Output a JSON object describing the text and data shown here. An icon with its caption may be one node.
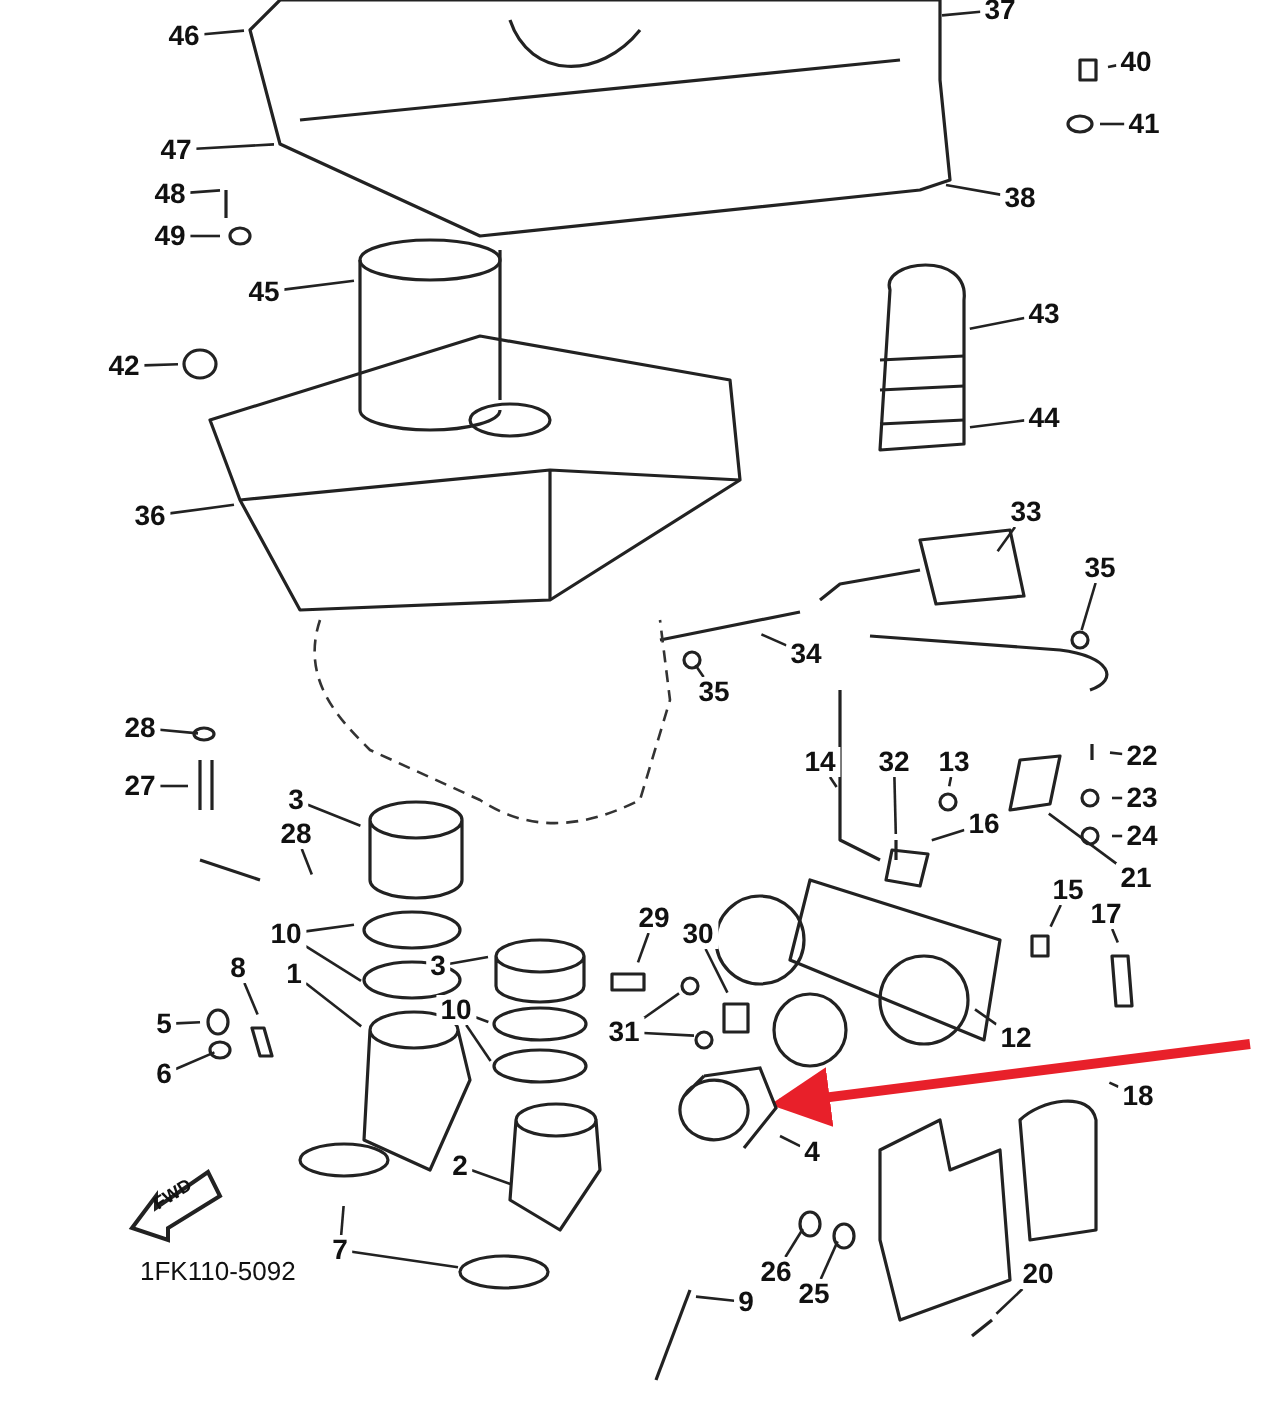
{
  "diagram": {
    "nodes": [
      {
        "text": [
          "37"
        ]
      },
      {
        "text": [
          "46"
        ]
      },
      {
        "text": [
          "40"
        ]
      },
      {
        "text": [
          "47"
        ]
      },
      {
        "text": [
          "41"
        ]
      },
      {
        "text": [
          "48"
        ]
      },
      {
        "text": [
          "38"
        ]
      },
      {
        "text": [
          "49"
        ]
      },
      {
        "text": [
          "45"
        ]
      },
      {
        "text": [
          "43"
        ]
      },
      {
        "text": [
          "42"
        ]
      },
      {
        "text": [
          "44"
        ]
      },
      {
        "text": [
          "36"
        ]
      },
      {
        "text": [
          "33"
        ]
      },
      {
        "text": [
          "35"
        ]
      },
      {
        "text": [
          "34"
        ]
      },
      {
        "text": [
          "35"
        ]
      },
      {
        "text": [
          "28"
        ]
      },
      {
        "text": [
          "14"
        ]
      },
      {
        "text": [
          "32"
        ]
      },
      {
        "text": [
          "13"
        ]
      },
      {
        "text": [
          "22"
        ]
      },
      {
        "text": [
          "27"
        ]
      },
      {
        "text": [
          "3"
        ]
      },
      {
        "text": [
          "23"
        ]
      },
      {
        "text": [
          "16"
        ]
      },
      {
        "text": [
          "24"
        ]
      },
      {
        "text": [
          "28"
        ]
      },
      {
        "text": [
          "21"
        ]
      },
      {
        "text": [
          "15"
        ]
      },
      {
        "text": [
          "17"
        ]
      },
      {
        "text": [
          "10"
        ]
      },
      {
        "text": [
          "29"
        ]
      },
      {
        "text": [
          "30"
        ]
      },
      {
        "text": [
          "8"
        ]
      },
      {
        "text": [
          "3"
        ]
      },
      {
        "text": [
          "1"
        ]
      },
      {
        "text": [
          "10"
        ]
      },
      {
        "text": [
          "5"
        ]
      },
      {
        "text": [
          "31"
        ]
      },
      {
        "text": [
          "12"
        ]
      },
      {
        "text": [
          "6"
        ]
      },
      {
        "text": [
          "18"
        ]
      },
      {
        "text": [
          "4"
        ]
      },
      {
        "text": [
          "2"
        ]
      },
      {
        "text": [
          "7"
        ]
      },
      {
        "text": [
          "26"
        ]
      },
      {
        "text": [
          "25"
        ]
      },
      {
        "text": [
          "9"
        ]
      },
      {
        "text": [
          "20"
        ]
      },
      {
        "text": [],
        "shape": "picture"
      }
    ],
    "edges": [
      {
        "from": 0,
        "to": null,
        "arrow": "none"
      },
      {
        "from": 1,
        "to": null,
        "arrow": "none"
      },
      {
        "from": 2,
        "to": null,
        "arrow": "none"
      },
      {
        "from": 3,
        "to": null,
        "arrow": "none"
      },
      {
        "from": 4,
        "to": null,
        "arrow": "none"
      },
      {
        "from": 5,
        "to": null,
        "arrow": "none"
      },
      {
        "from": 6,
        "to": null,
        "arrow": "none"
      },
      {
        "from": 7,
        "to": null,
        "arrow": "none"
      },
      {
        "from": 8,
        "to": null,
        "arrow": "none"
      },
      {
        "from": 9,
        "to": null,
        "arrow": "none"
      },
      {
        "from": 10,
        "to": null,
        "arrow": "none"
      },
      {
        "from": 11,
        "to": null,
        "arrow": "none"
      },
      {
        "from": 12,
        "to": null,
        "arrow": "none"
      },
      {
        "from": 13,
        "to": null,
        "arrow": "none"
      },
      {
        "from": 14,
        "to": null,
        "arrow": "none"
      },
      {
        "from": 15,
        "to": null,
        "arrow": "none"
      },
      {
        "from": 16,
        "to": null,
        "arrow": "none"
      },
      {
        "from": 17,
        "to": null,
        "arrow": "none"
      },
      {
        "from": 18,
        "to": null,
        "arrow": "none"
      },
      {
        "from": 19,
        "to": null,
        "arrow": "none"
      },
      {
        "from": 20,
        "to": null,
        "arrow": "none"
      },
      {
        "from": 21,
        "to": null,
        "arrow": "none"
      },
      {
        "from": 22,
        "to": null,
        "arrow": "none"
      },
      {
        "from": 23,
        "to": null,
        "arrow": "none"
      },
      {
        "from": 24,
        "to": null,
        "arrow": "none"
      },
      {
        "from": 25,
        "to": null,
        "arrow": "none"
      },
      {
        "from": 26,
        "to": null,
        "arrow": "none"
      },
      {
        "from": 27,
        "to": null,
        "arrow": "none"
      },
      {
        "from": 28,
        "to": null,
        "arrow": "none"
      },
      {
        "from": 29,
        "to": null,
        "arrow": "none"
      },
      {
        "from": 30,
        "to": null,
        "arrow": "none"
      },
      {
        "from": 31,
        "to": null,
        "arrow": "none"
      },
      {
        "from": 31,
        "to": null,
        "arrow": "none"
      },
      {
        "from": 32,
        "to": null,
        "arrow": "none"
      },
      {
        "from": 33,
        "to": null,
        "arrow": "none"
      },
      {
        "from": 34,
        "to": null,
        "arrow": "none"
      },
      {
        "from": 35,
        "to": null,
        "arrow": "none"
      },
      {
        "from": 36,
        "to": null,
        "arrow": "none"
      },
      {
        "from": 37,
        "to": null,
        "arrow": "none"
      },
      {
        "from": 37,
        "to": null,
        "arrow": "none"
      },
      {
        "from": 38,
        "to": null,
        "arrow": "none"
      },
      {
        "from": 39,
        "to": null,
        "arrow": "none"
      },
      {
        "from": 39,
        "to": null,
        "arrow": "none"
      },
      {
        "from": 40,
        "to": null,
        "arrow": "none"
      },
      {
        "from": 41,
        "to": null,
        "arrow": "none"
      },
      {
        "from": 42,
        "to": null,
        "arrow": "none"
      },
      {
        "from": 43,
        "to": 50,
        "arrow": "none"
      },
      {
        "from": 44,
        "to": null,
        "arrow": "none"
      },
      {
        "from": 45,
        "to": null,
        "arrow": "none"
      },
      {
        "from": 45,
        "to": null,
        "arrow": "none"
      },
      {
        "from": 46,
        "to": null,
        "arrow": "none"
      },
      {
        "from": 47,
        "to": null,
        "arrow": "none"
      },
      {
        "from": 48,
        "to": null,
        "arrow": "none"
      },
      {
        "from": 49,
        "to": null,
        "arrow": "none"
      },
      {
        "from": null,
        "to": 50,
        "arrow": "to",
        "style": "thick",
        "color": "#e8202a"
      }
    ],
    "labels": [
      "FWD",
      "1FK110-5092"
    ]
  }
}
